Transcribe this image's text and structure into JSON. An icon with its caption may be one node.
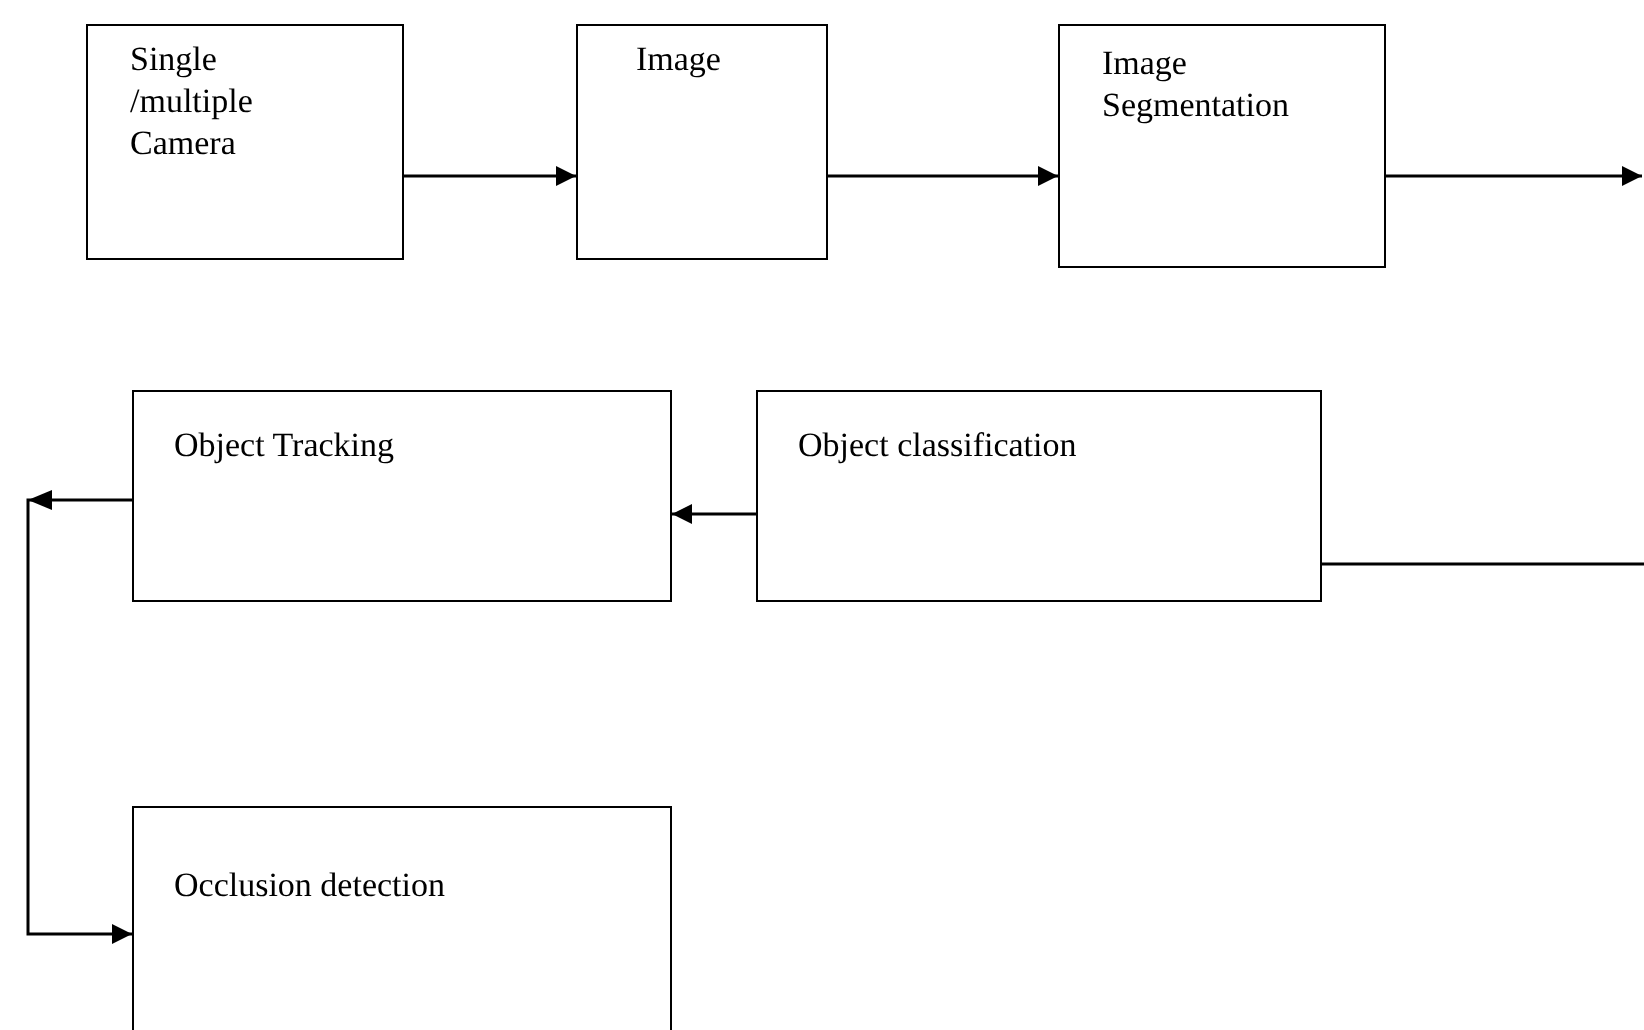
{
  "diagram": {
    "nodes": [
      {
        "text": [
          "Single /multiple Camera"
        ]
      },
      {
        "text": [
          "Image"
        ]
      },
      {
        "text": [
          "Image Segmentation"
        ]
      },
      {
        "text": [
          "Object classification"
        ]
      },
      {
        "text": [
          "Object Tracking"
        ]
      },
      {
        "text": [
          "Occlusion detection"
        ]
      }
    ],
    "edges": [
      {
        "from": 0,
        "to": 1,
        "arrow": "to"
      },
      {
        "from": 1,
        "to": 2,
        "arrow": "to"
      },
      {
        "from": 2,
        "to": null,
        "arrow": "to"
      },
      {
        "from": null,
        "to": 3,
        "arrow": "none"
      },
      {
        "from": 3,
        "to": 4,
        "arrow": "to"
      },
      {
        "from": 4,
        "to": 5,
        "arrow": "to"
      }
    ]
  }
}
